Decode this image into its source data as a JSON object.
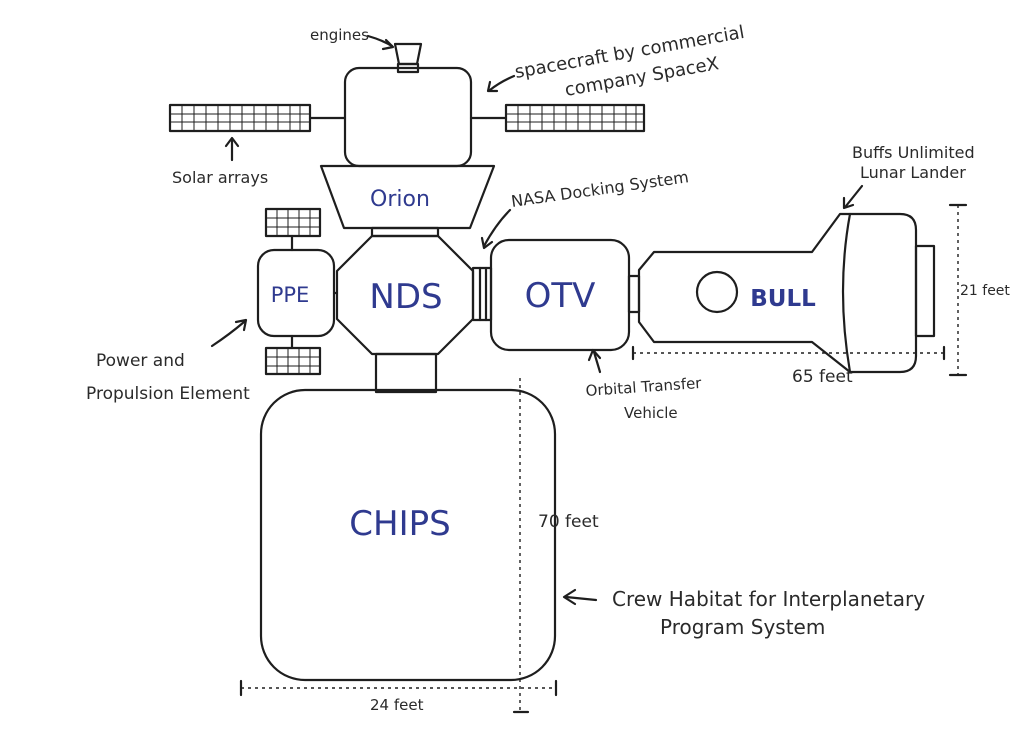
{
  "modules": {
    "orion": "Orion",
    "nds": "NDS",
    "otv": "OTV",
    "ppe": "PPE",
    "bull": "BULL",
    "chips": "CHIPS"
  },
  "annotations": {
    "engines": "engines",
    "spacex_line1": "spacecraft by commercial",
    "spacex_line2": "company SpaceX",
    "solar_arrays": "Solar arrays",
    "nasa_docking": "NASA Docking System",
    "buffs_line1": "Buffs Unlimited",
    "buffs_line2": "Lunar Lander",
    "ppe_line1": "Power and",
    "ppe_line2": "Propulsion Element",
    "otv_line1": "Orbital Transfer",
    "otv_line2": "Vehicle",
    "chips_line1": "Crew Habitat for Interplanetary",
    "chips_line2": "Program System"
  },
  "dimensions": {
    "lander_height": "21 feet",
    "lander_length": "65 feet",
    "habitat_height": "70 feet",
    "habitat_width": "24 feet"
  },
  "colors": {
    "ink": "#1e1e1e",
    "label_blue": "#2f3a8f",
    "habitat_fill": "#f6d978",
    "lander_fill": "#c3d0e6"
  }
}
